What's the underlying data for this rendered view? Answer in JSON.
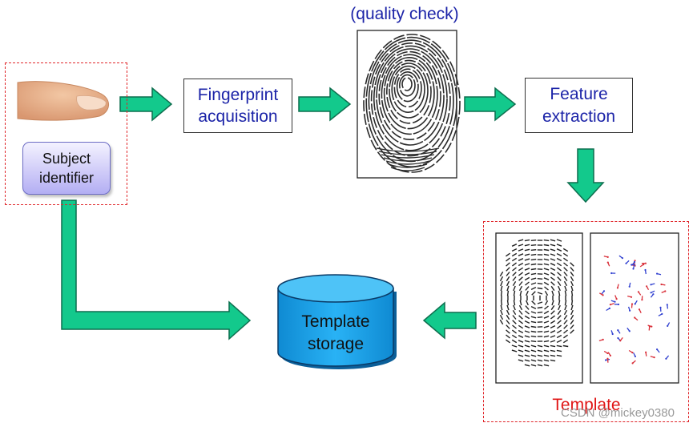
{
  "diagram": {
    "quality_check_label": "(quality check)",
    "fingerprint_acquisition_line1": "Fingerprint",
    "fingerprint_acquisition_line2": "acquisition",
    "feature_extraction_line1": "Feature",
    "feature_extraction_line2": "extraction",
    "subject_identifier_line1": "Subject",
    "subject_identifier_line2": "identifier",
    "template_storage_line1": "Template",
    "template_storage_line2": "storage",
    "template_caption": "Template",
    "watermark": "CSDN @mickey0380"
  },
  "colors": {
    "arrow_fill": "#13c98c",
    "arrow_stroke": "#0d6e4e",
    "dashed_border": "#e0262a",
    "blue_text": "#1c24a8",
    "cylinder_blue": "#1aa3ea",
    "caption_red": "#e01616"
  }
}
